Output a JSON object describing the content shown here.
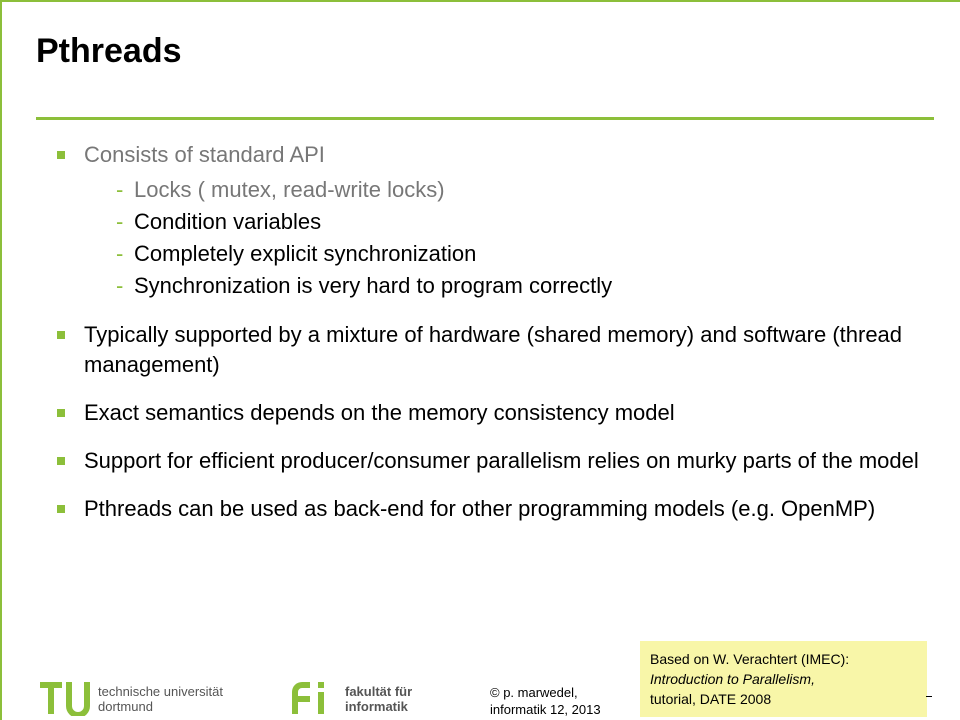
{
  "slide": {
    "title": "Pthreads",
    "bullets": [
      {
        "text": "Consists of standard API",
        "gray": true,
        "subitems": [
          {
            "text": "Locks ( mutex, read-write locks)",
            "gray": true
          },
          {
            "text": "Condition variables",
            "gray": false
          },
          {
            "text": "Completely explicit synchronization",
            "gray": false
          },
          {
            "text": "Synchronization is very hard to program correctly",
            "gray": false
          }
        ]
      },
      {
        "text": "Typically supported by a mixture of hardware (shared memory) and software (thread management)",
        "gray": false,
        "subitems": []
      },
      {
        "text": "Exact semantics depends on the memory consistency model",
        "gray": false,
        "subitems": []
      },
      {
        "text": "Support for efficient producer/consumer parallelism relies on murky parts of the model",
        "gray": false,
        "subitems": []
      },
      {
        "text": "Pthreads can be used as back-end for other programming models (e.g. OpenMP)",
        "gray": false,
        "subitems": []
      }
    ]
  },
  "citation": {
    "line1": "Based on W. Verachtert (IMEC):",
    "line2": "Introduction to Parallelism,",
    "line3": "tutorial,  DATE 2008"
  },
  "footer": {
    "tu_line1": "technische universität",
    "tu_line2": "dortmund",
    "fi_line1": "fakultät für",
    "fi_line2": "informatik",
    "author_line1": "© p. marwedel,",
    "author_line2": "informatik 12,  2013"
  },
  "colors": {
    "accent": "#8cbf3a",
    "gray_text": "#777777",
    "citation_bg": "#f8f6a8"
  }
}
